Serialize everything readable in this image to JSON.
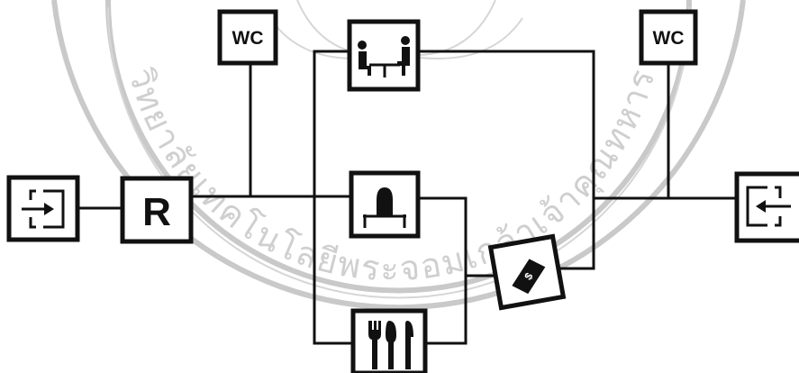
{
  "diagram": {
    "restroom_left_label": "WC",
    "restroom_right_label": "WC",
    "reception_label": "R",
    "icons": {
      "entrance": "entrance-door-icon",
      "meeting": "meeting-table-icon",
      "service": "service-counter-icon",
      "dining": "dining-cutlery-icon",
      "cashier": "cashier-payment-icon",
      "exit": "exit-door-icon"
    },
    "colors": {
      "line": "#111111",
      "background": "#ffffff",
      "watermark": "#cfcfcf"
    }
  },
  "watermark": {
    "text": "วิทยาลัยเทคโนโลยีพระจอมเกล้าเจ้าคุณทหาร"
  }
}
